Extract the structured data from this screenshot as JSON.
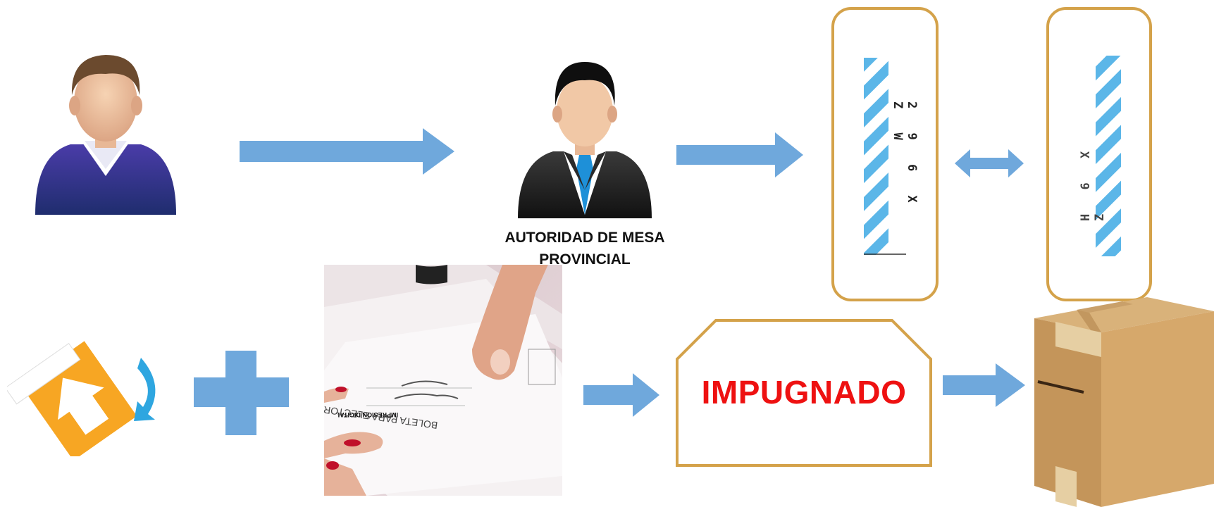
{
  "labels": {
    "authority_line1": "AUTORIDAD DE MESA",
    "authority_line2": "PROVINCIAL",
    "stamp": "IMPUGNADO"
  },
  "stubs": {
    "left_code": "2 9 6 X Z W",
    "right_code": "H 6 X Z"
  },
  "photo": {
    "ballot_title": "BOLETA PARA ELECTORES IMPUGNADOS",
    "ballot_subtitle": "IMPRESIÓN DIGITAL"
  },
  "colors": {
    "arrow": "#6fa8dc",
    "box_border": "#d4a24a",
    "stamp_text": "#ee1111",
    "stub_stripes": "#5bb6e8"
  },
  "icons": {
    "voter": "person-sweater-icon",
    "authority": "person-suit-icon",
    "ballot": "ballot-envelope-icon",
    "plus": "plus-icon",
    "box": "cardboard-box-icon"
  }
}
